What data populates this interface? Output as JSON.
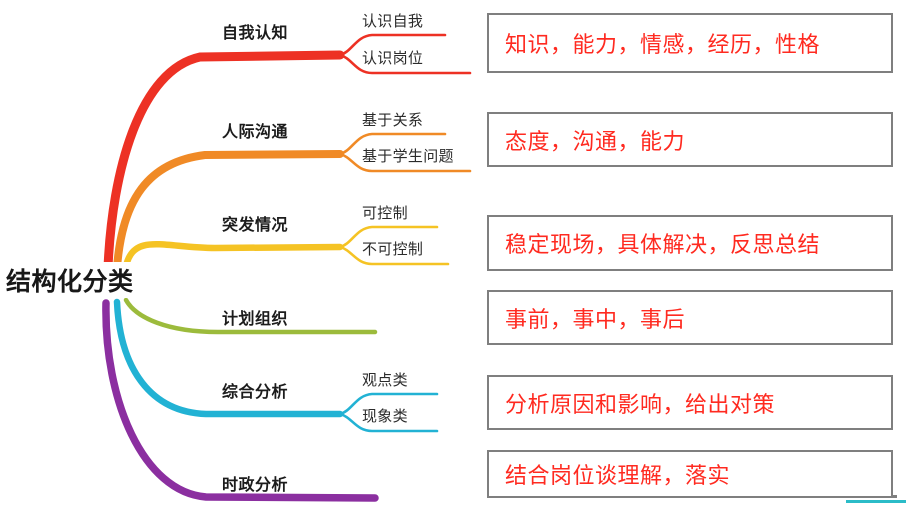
{
  "diagram": {
    "type": "mind-map",
    "root": {
      "label": "结构化分类"
    },
    "colors": {
      "branch_1": "#ed3124",
      "branch_2": "#f08a26",
      "branch_3": "#f5c324",
      "branch_4": "#9cbb3c",
      "branch_5": "#22b2d4",
      "branch_6": "#8b2fa0",
      "note_border": "#7f7f7f",
      "note_text": "#ff2a20",
      "root_text": "#181818",
      "bottom_rule_teal": "#2bbcc8"
    },
    "branches": [
      {
        "label": "自我认知",
        "color": "#ed3124",
        "children": [
          "认识自我",
          "认识岗位"
        ],
        "note": "知识，能力，情感，经历，性格"
      },
      {
        "label": "人际沟通",
        "color": "#f08a26",
        "children": [
          "基于关系",
          "基于学生问题"
        ],
        "note": "态度，沟通，能力"
      },
      {
        "label": "突发情况",
        "color": "#f5c324",
        "children": [
          "可控制",
          "不可控制"
        ],
        "note": "稳定现场，具体解决，反思总结"
      },
      {
        "label": "计划组织",
        "color": "#9cbb3c",
        "children": [],
        "note": "事前，事中，事后"
      },
      {
        "label": "综合分析",
        "color": "#22b2d4",
        "children": [
          "观点类",
          "现象类"
        ],
        "note": "分析原因和影响，给出对策"
      },
      {
        "label": "时政分析",
        "color": "#8b2fa0",
        "children": [],
        "note": "结合岗位谈理解，落实"
      }
    ]
  }
}
